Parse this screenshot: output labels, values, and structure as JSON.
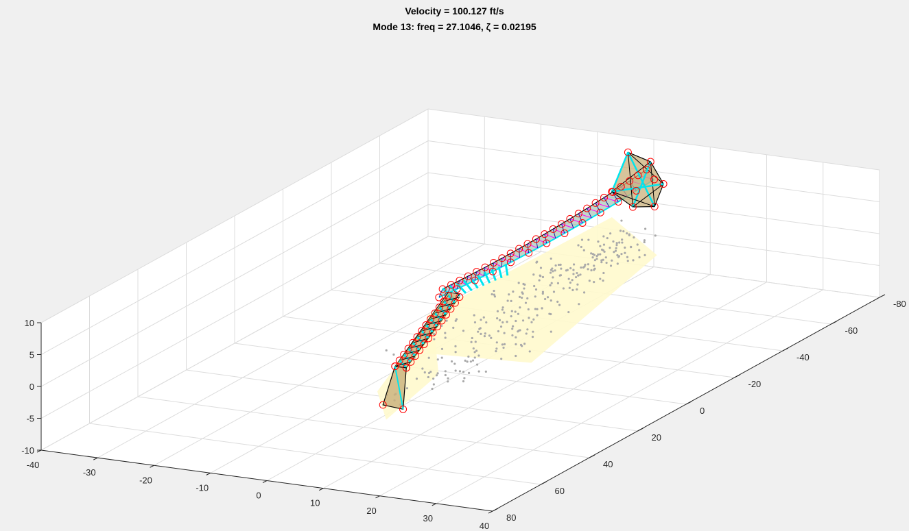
{
  "chart_data": {
    "type": "scatter",
    "projection": "3d",
    "title": [
      "Velocity = 100.127 ft/s",
      "Mode 13: freq = 27.1046, ζ = 0.02195"
    ],
    "velocity": "100.127 ft/s",
    "mode": 13,
    "freq": 27.1046,
    "damping": 0.02195,
    "xlim": [
      -40,
      40
    ],
    "ylim": [
      -80,
      80
    ],
    "zlim": [
      -10,
      10
    ],
    "x_ticks": [
      "-40",
      "-30",
      "-20",
      "-10",
      "0",
      "10",
      "20",
      "30",
      "40"
    ],
    "y_ticks": [
      "-80",
      "-60",
      "-40",
      "-20",
      "0",
      "20",
      "40",
      "60",
      "80"
    ],
    "z_ticks": [
      "-10",
      "-5",
      "0",
      "5",
      "10"
    ],
    "grid": true,
    "series": [
      {
        "role": "deformed-structure",
        "marker": "red open circles",
        "edge_colors": [
          "#000000",
          "#00e5ee",
          "#ff00ff",
          "#a0522d"
        ],
        "face_color": "#c9b07a",
        "wing_leading_edge": [
          [
            -4,
            -2,
            2
          ],
          [
            -2,
            -20,
            2.5
          ],
          [
            -1,
            -40,
            3.5
          ],
          [
            0,
            -60,
            4
          ],
          [
            0,
            -77,
            5
          ]
        ],
        "wing_trailing_edge": [
          [
            -4,
            -2,
            2
          ],
          [
            -1,
            -20,
            2.5
          ],
          [
            0,
            -40,
            3.5
          ],
          [
            1,
            -60,
            4
          ],
          [
            2,
            -77,
            5
          ]
        ],
        "fin_top": [
          [
            -2,
            -3,
            4
          ]
        ],
        "fin_bottom": [
          [
            -4,
            25,
            -6
          ]
        ],
        "body": [
          [
            -4,
            -2,
            2
          ],
          [
            -2,
            12,
            0
          ],
          [
            -2,
            20,
            -5
          ],
          [
            -4,
            25,
            -6
          ]
        ]
      },
      {
        "role": "undeformed-aerodynamic-mesh",
        "marker": "grey dots",
        "face_color": "#fffacd",
        "span": [
          -72,
          25
        ],
        "z": [
          -12,
          -1
        ]
      }
    ]
  }
}
